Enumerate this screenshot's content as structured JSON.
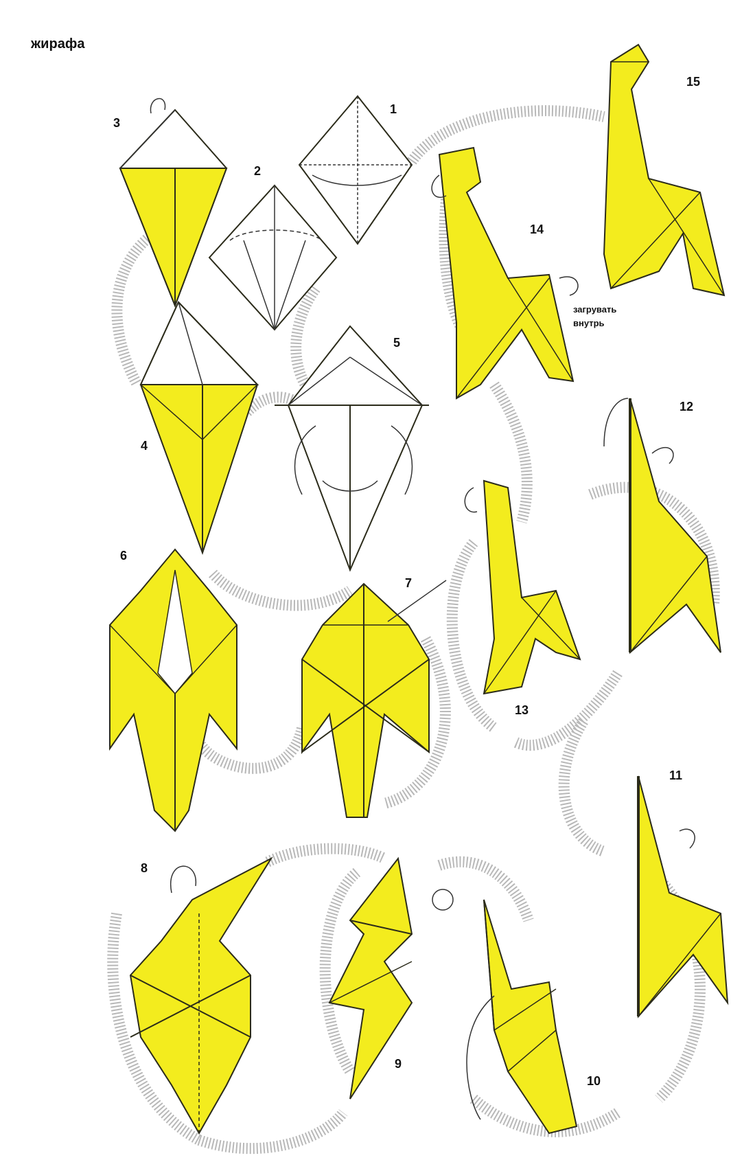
{
  "title": "жирафа",
  "colors": {
    "paper_fill": "#f3ec1e",
    "paper_stroke": "#2b2b1a",
    "crease": "#333333",
    "track": "#b8b8b8",
    "background": "#ffffff"
  },
  "steps": [
    {
      "number": "1",
      "description_visible": ""
    },
    {
      "number": "2"
    },
    {
      "number": "3"
    },
    {
      "number": "4"
    },
    {
      "number": "5"
    },
    {
      "number": "6"
    },
    {
      "number": "7"
    },
    {
      "number": "8"
    },
    {
      "number": "9"
    },
    {
      "number": "10"
    },
    {
      "number": "11"
    },
    {
      "number": "12"
    },
    {
      "number": "13"
    },
    {
      "number": "14"
    },
    {
      "number": "15"
    }
  ],
  "annotations": {
    "step14_note_line1": "загрувать",
    "step14_note_line2": "внутрь"
  }
}
